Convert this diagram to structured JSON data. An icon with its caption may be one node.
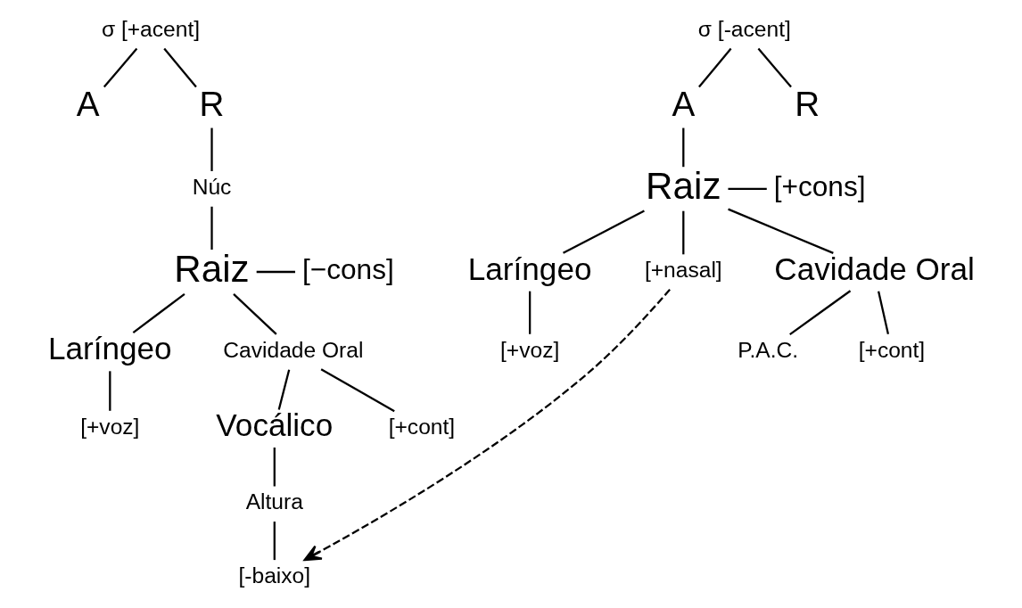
{
  "diagram": {
    "nodes": [
      {
        "text": [
          "σ [+acent]"
        ]
      },
      {
        "text": [
          "A"
        ]
      },
      {
        "text": [
          "R"
        ]
      },
      {
        "text": [
          "Núc"
        ]
      },
      {
        "text": [
          "Raiz"
        ]
      },
      {
        "text": [
          "[−cons]"
        ]
      },
      {
        "text": [
          "Laríngeo"
        ]
      },
      {
        "text": [
          "Cavidade Oral"
        ]
      },
      {
        "text": [
          "[+voz]"
        ]
      },
      {
        "text": [
          "Vocálico"
        ]
      },
      {
        "text": [
          "[+cont]"
        ]
      },
      {
        "text": [
          "Altura"
        ]
      },
      {
        "text": [
          "[-baixo]"
        ]
      },
      {
        "text": [
          "σ [-acent]"
        ]
      },
      {
        "text": [
          "A"
        ]
      },
      {
        "text": [
          "R"
        ]
      },
      {
        "text": [
          "Raiz"
        ]
      },
      {
        "text": [
          "[+cons]"
        ]
      },
      {
        "text": [
          "Laríngeo"
        ]
      },
      {
        "text": [
          "[+nasal]"
        ]
      },
      {
        "text": [
          "Cavidade Oral"
        ]
      },
      {
        "text": [
          "[+voz]"
        ]
      },
      {
        "text": [
          "P.A.C."
        ]
      },
      {
        "text": [
          "[+cont]"
        ]
      }
    ],
    "edges": [
      {
        "from": 0,
        "to": 1,
        "arrow": "none"
      },
      {
        "from": 0,
        "to": 2,
        "arrow": "none"
      },
      {
        "from": 2,
        "to": 3,
        "arrow": "none"
      },
      {
        "from": 3,
        "to": 4,
        "arrow": "none"
      },
      {
        "from": 4,
        "to": 5,
        "arrow": "none"
      },
      {
        "from": 4,
        "to": 6,
        "arrow": "none"
      },
      {
        "from": 4,
        "to": 7,
        "arrow": "none"
      },
      {
        "from": 6,
        "to": 8,
        "arrow": "none"
      },
      {
        "from": 7,
        "to": 9,
        "arrow": "none"
      },
      {
        "from": 7,
        "to": 10,
        "arrow": "none"
      },
      {
        "from": 9,
        "to": 11,
        "arrow": "none"
      },
      {
        "from": 11,
        "to": 12,
        "arrow": "none"
      },
      {
        "from": 13,
        "to": 14,
        "arrow": "none"
      },
      {
        "from": 13,
        "to": 15,
        "arrow": "none"
      },
      {
        "from": 14,
        "to": 16,
        "arrow": "none"
      },
      {
        "from": 16,
        "to": 17,
        "arrow": "none"
      },
      {
        "from": 16,
        "to": 18,
        "arrow": "none"
      },
      {
        "from": 16,
        "to": 19,
        "arrow": "none"
      },
      {
        "from": 16,
        "to": 20,
        "arrow": "none"
      },
      {
        "from": 18,
        "to": 21,
        "arrow": "none"
      },
      {
        "from": 20,
        "to": 22,
        "arrow": "none"
      },
      {
        "from": 20,
        "to": 23,
        "arrow": "none"
      },
      {
        "from": 19,
        "to": 12,
        "arrow": "to",
        "style": "dashed"
      }
    ]
  }
}
